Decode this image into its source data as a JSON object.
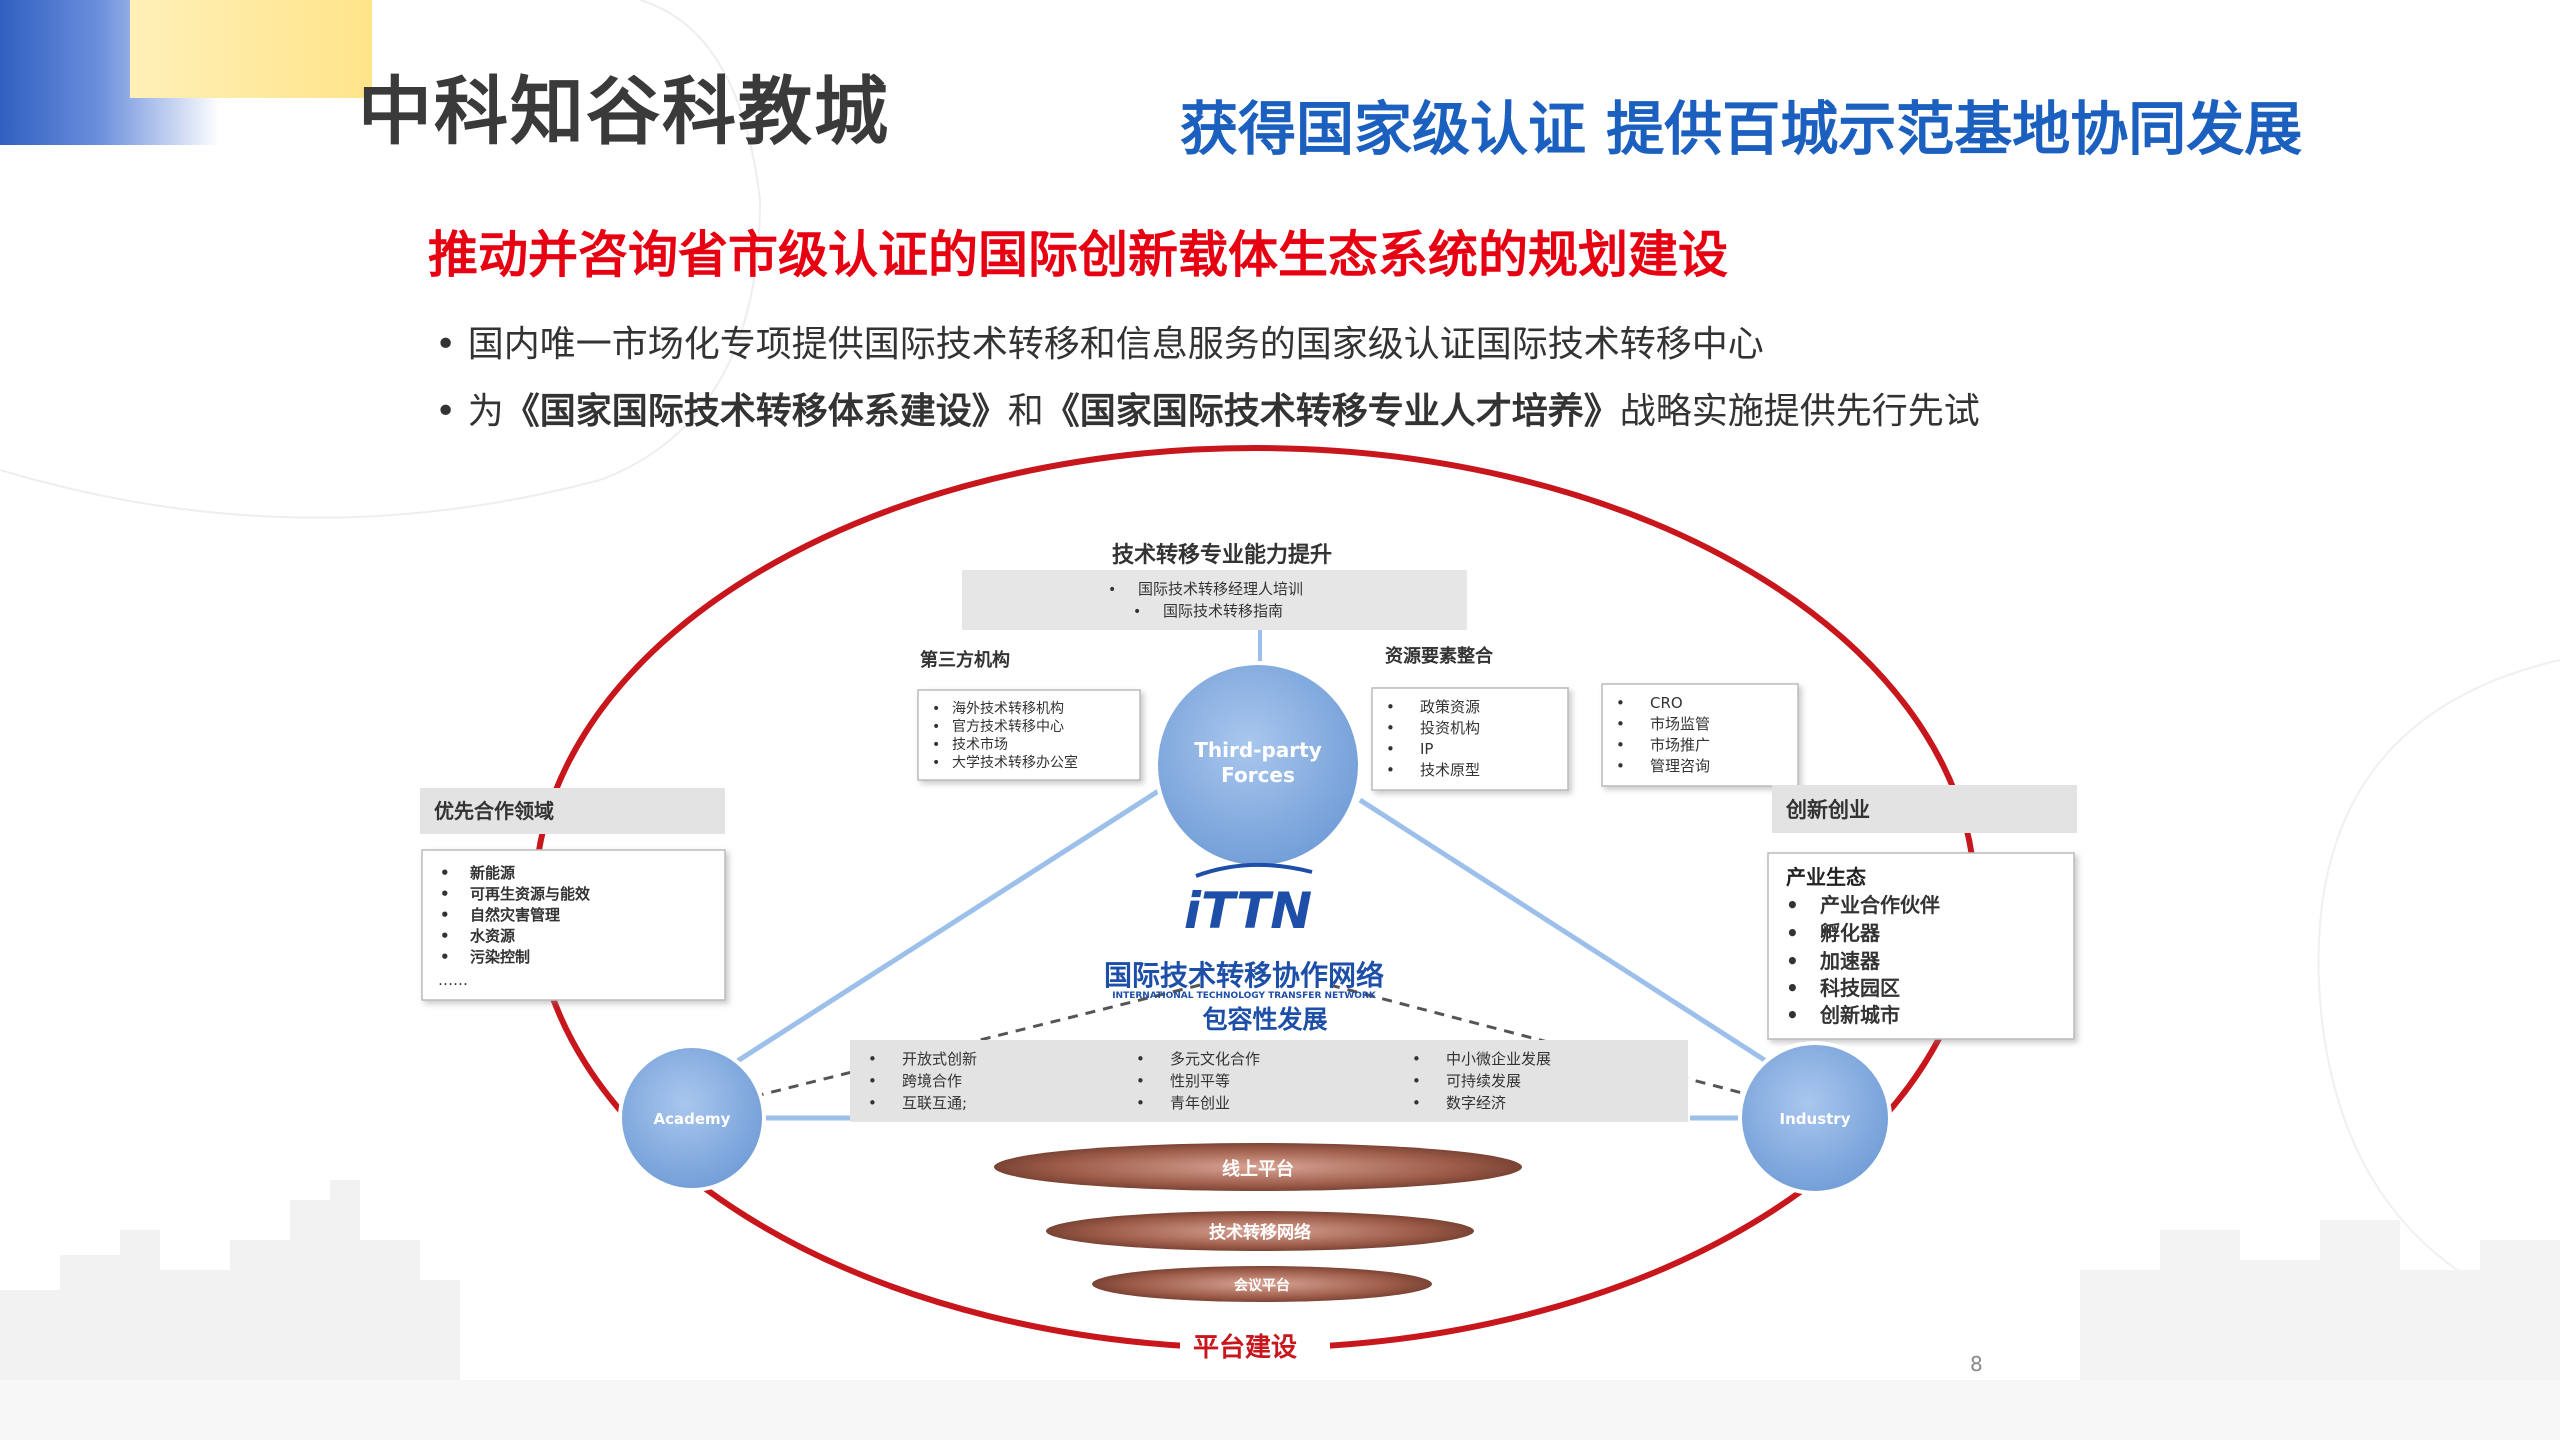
{
  "brand": "中科知谷科教城",
  "headline": "获得国家级认证 提供百城示范基地协同发展",
  "subtitle": "推动并咨询省市级认证的国际创新载体生态系统的规划建设",
  "bullets": {
    "b1": "国内唯一市场化专项提供国际技术转移和信息服务的国家级认证国际技术转移中心",
    "b2_pre": "为",
    "b2_book1": "《国家国际技术转移体系建设》",
    "b2_mid": "和",
    "b2_book2": "《国家国际技术转移专业人才培养》",
    "b2_post": "战略实施提供先行先试"
  },
  "diagram": {
    "top_title": "技术转移专业能力提升",
    "top_items": [
      "国际技术转移经理人培训",
      "国际技术转移指南"
    ],
    "third_party_title": "第三方机构",
    "third_party_items": [
      "海外技术转移机构",
      "官方技术转移中心",
      "技术市场",
      "大学技术转移办公室"
    ],
    "resource_title": "资源要素整合",
    "resource_items": [
      "政策资源",
      "投资机构",
      "IP",
      "技术原型"
    ],
    "service_items": [
      "CRO",
      "市场监管",
      "市场推广",
      "管理咨询"
    ],
    "priority_title": "优先合作领域",
    "priority_items": [
      "新能源",
      "可再生资源与能效",
      "自然灾害管理",
      "水资源",
      "污染控制",
      "……"
    ],
    "startup_title": "创新创业",
    "industry_eco_title": "产业生态",
    "industry_eco_items": [
      "产业合作伙伴",
      "孵化器",
      "加速器",
      "科技园区",
      "创新城市"
    ],
    "node_third_party_1": "Third-party",
    "node_third_party_2": "Forces",
    "node_academy": "Academy",
    "node_industry": "Industry",
    "ittn_logo": "iTTN",
    "ittn_cn": "国际技术转移协作网络",
    "ittn_en": "INTERNATIONAL TECHNOLOGY TRANSFER NETWORK",
    "inclusive": "包容性发展",
    "inclusive_col1": [
      "开放式创新",
      "跨境合作",
      "互联互通;"
    ],
    "inclusive_col2": [
      "多元文化合作",
      "性别平等",
      "青年创业"
    ],
    "inclusive_col3": [
      "中小微企业发展",
      "可持续发展",
      "数字经济"
    ],
    "platform_online": "线上平台",
    "platform_network": "技术转移网络",
    "platform_meeting": "会议平台",
    "platform_build": "平台建设"
  },
  "page_number": "8",
  "colors": {
    "brand_text": "#3a3a3a",
    "headline_blue": "#1b5fbf",
    "subtitle_red": "#e60012",
    "ellipse_red": "#c8161d",
    "node_blue": "#7ea8dc",
    "ittn_blue": "#1d4ea8",
    "platform_brown": "#8b4a3c"
  }
}
